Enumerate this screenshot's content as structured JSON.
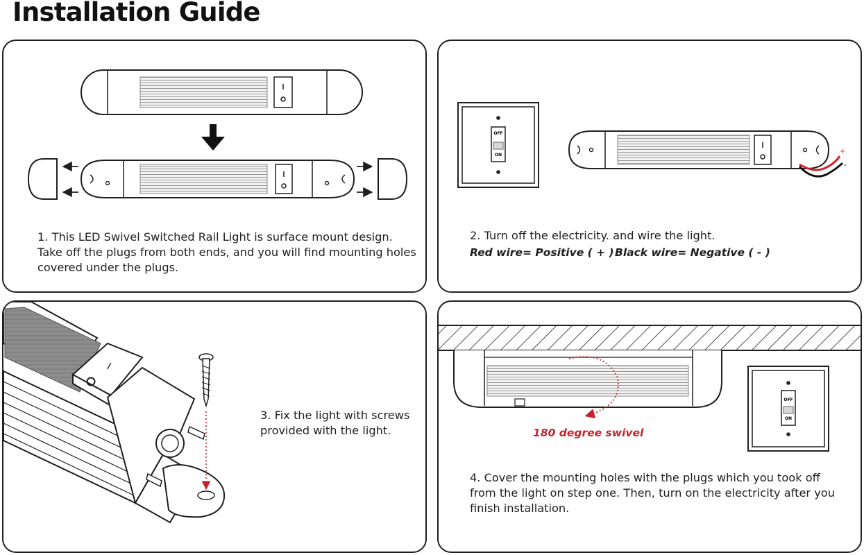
{
  "title": "Installation Guide",
  "steps": [
    {
      "lines": [
        "1. This LED Swivel Switched Rail Light is surface mount design.",
        "Take off the plugs from both ends, and you will find mounting holes",
        "covered under the plugs."
      ]
    },
    {
      "lines": [
        "2. Turn off the electricity. and wire the light."
      ],
      "red_wire": "Red wire= Positive ( + )",
      "black_wire": "Black wire= Negative ( - )"
    },
    {
      "lines": [
        "3. Fix the light with screws",
        "provided with the light."
      ]
    },
    {
      "lines": [
        "4. Cover the mounting holes with the plugs which you took off",
        "from the light on step one. Then, turn on the electricity after you",
        "finish installation."
      ],
      "swivel_label": "180 degree swivel"
    }
  ],
  "switch_labels": {
    "off": "OFF",
    "on": "ON",
    "rocker_off": "I",
    "rocker_on": "O"
  },
  "wire_polarity": {
    "positive": "+",
    "negative": "-"
  },
  "colors": {
    "accent_red": "#c8232c",
    "line": "#1f1f1f",
    "fin_fill": "#ececec",
    "wire_red": "#d0242b"
  }
}
